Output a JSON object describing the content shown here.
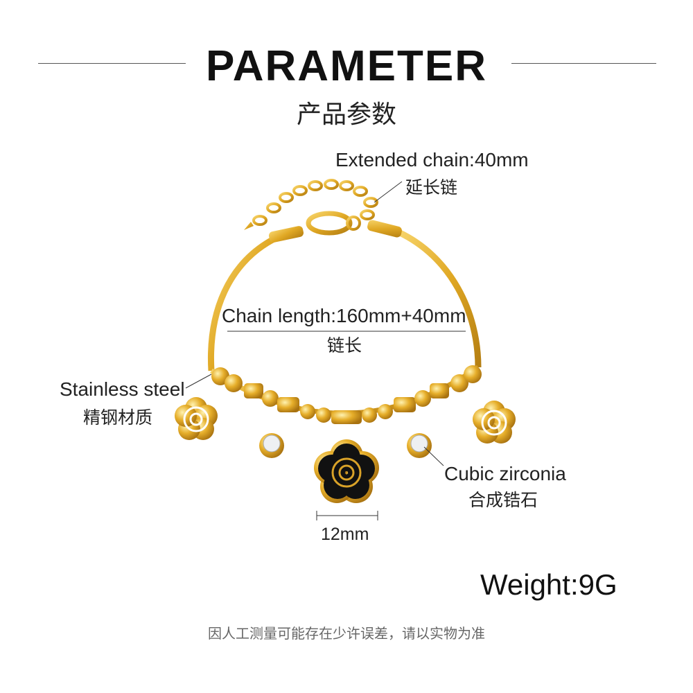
{
  "header": {
    "title": "PARAMETER",
    "subtitle": "产品参数"
  },
  "labels": {
    "extended_chain": "Extended chain:40mm",
    "extended_chain_zh": "延长链",
    "chain_length": "Chain length:160mm+40mm",
    "chain_length_zh": "链长",
    "material": "Stainless steel",
    "material_zh": "精钢材质",
    "stone": "Cubic zirconia",
    "stone_zh": "合成锆石",
    "charm_size": "12mm",
    "weight": "Weight:9G"
  },
  "footer": {
    "note": "因人工测量可能存在少许误差，请以实物为准"
  },
  "colors": {
    "gold": "#e0a824",
    "gold_dark": "#b57f12",
    "enamel": "#111111"
  }
}
